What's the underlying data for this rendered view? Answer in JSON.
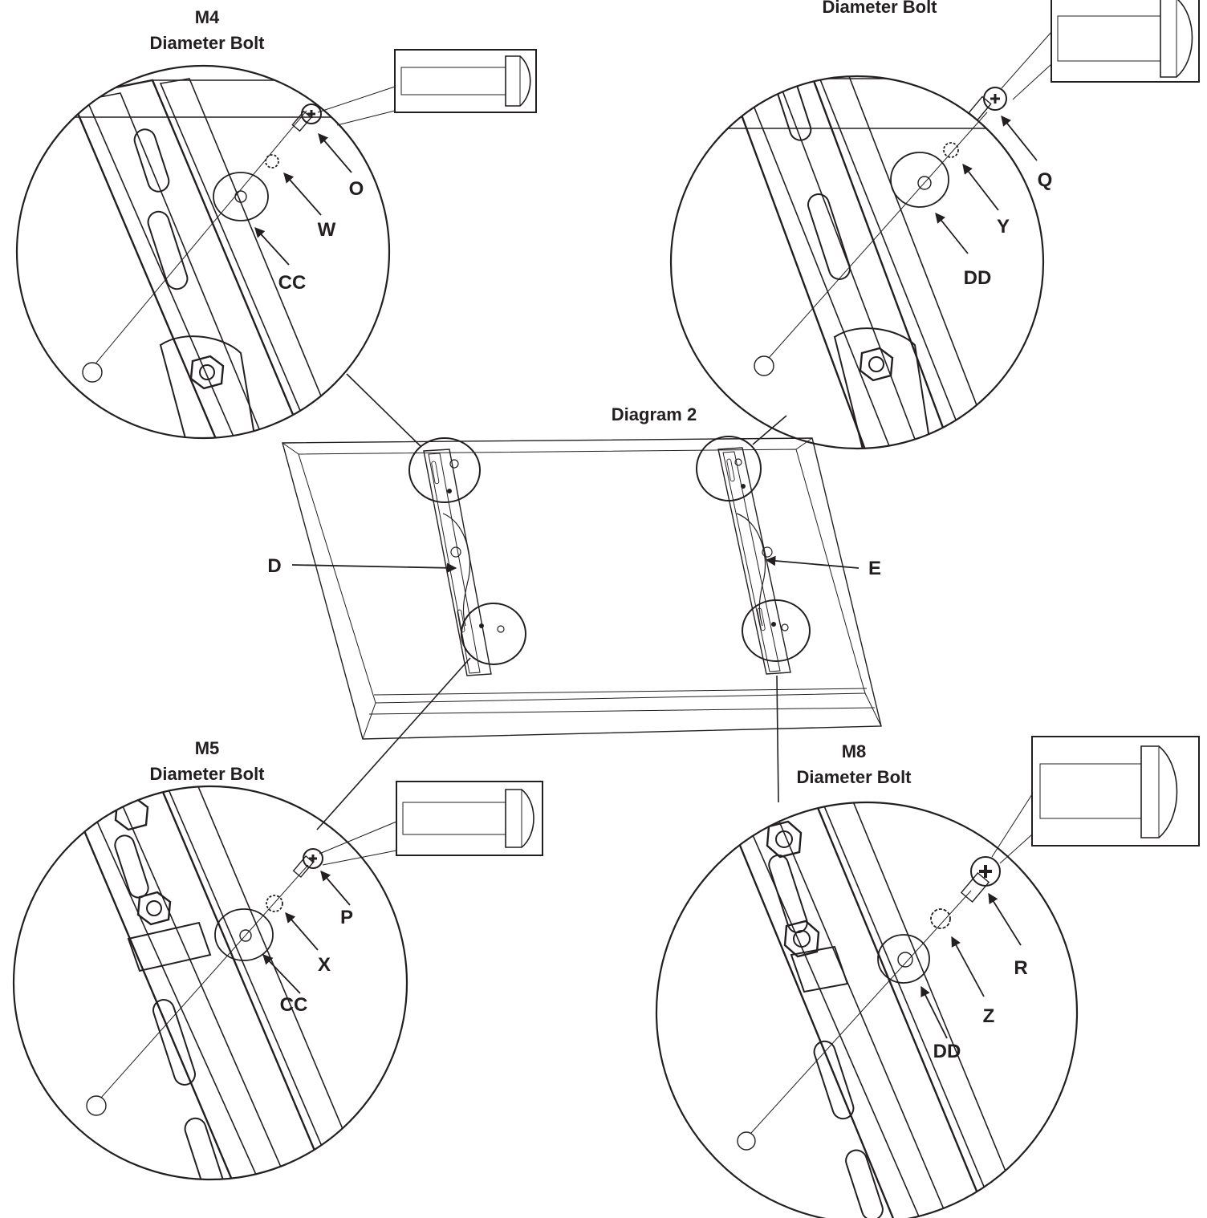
{
  "diagram_title": "Diagram 2",
  "callouts": {
    "top_left": {
      "size": "M4",
      "heading": "Diameter Bolt",
      "bolt": "O",
      "washer_lock": "W",
      "washer_flat": "CC"
    },
    "top_right": {
      "size": "",
      "heading": "Diameter Bolt",
      "bolt": "Q",
      "washer_lock": "Y",
      "washer_flat": "DD"
    },
    "bottom_left": {
      "size": "M5",
      "heading": "Diameter Bolt",
      "bolt": "P",
      "washer_lock": "X",
      "washer_flat": "CC"
    },
    "bottom_right": {
      "size": "M8",
      "heading": "Diameter Bolt",
      "bolt": "R",
      "washer_lock": "Z",
      "washer_flat": "DD"
    }
  },
  "brackets": {
    "left": "D",
    "right": "E"
  },
  "colors": {
    "ink": "#231f20",
    "background": "#ffffff"
  }
}
